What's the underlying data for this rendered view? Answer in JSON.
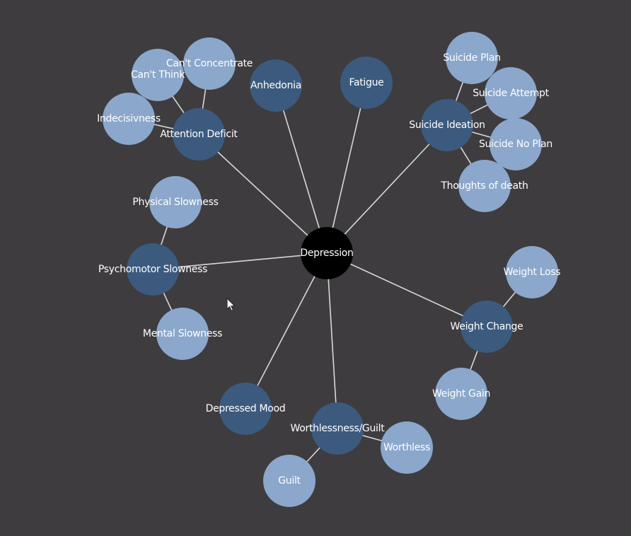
{
  "colors": {
    "background": "#3e3c3f",
    "root": "#000000",
    "category": "#3b5a7e",
    "symptom": "#8ba7cb",
    "edge": "#d8d8d8"
  },
  "nodes": [
    {
      "id": "depression",
      "label": "Depression",
      "kind": "root"
    },
    {
      "id": "attention-deficit",
      "label": "Attention Deficit",
      "kind": "category"
    },
    {
      "id": "anhedonia",
      "label": "Anhedonia",
      "kind": "category"
    },
    {
      "id": "fatigue",
      "label": "Fatigue",
      "kind": "category"
    },
    {
      "id": "suicide-ideation",
      "label": "Suicide Ideation",
      "kind": "category"
    },
    {
      "id": "psychomotor-slowness",
      "label": "Psychomotor Slowness",
      "kind": "category"
    },
    {
      "id": "weight-change",
      "label": "Weight Change",
      "kind": "category"
    },
    {
      "id": "depressed-mood",
      "label": "Depressed Mood",
      "kind": "category"
    },
    {
      "id": "worthlessness-guilt",
      "label": "Worthlessness/Guilt",
      "kind": "category"
    },
    {
      "id": "cant-think",
      "label": "Can't Think",
      "kind": "symptom"
    },
    {
      "id": "cant-concentrate",
      "label": "Can't Concentrate",
      "kind": "symptom"
    },
    {
      "id": "indecisivness",
      "label": "Indecisivness",
      "kind": "symptom"
    },
    {
      "id": "suicide-plan",
      "label": "Suicide Plan",
      "kind": "symptom"
    },
    {
      "id": "suicide-attempt",
      "label": "Suicide Attempt",
      "kind": "symptom"
    },
    {
      "id": "suicide-no-plan",
      "label": "Suicide No Plan",
      "kind": "symptom"
    },
    {
      "id": "thoughts-of-death",
      "label": "Thoughts of death",
      "kind": "symptom"
    },
    {
      "id": "physical-slowness",
      "label": "Physical Slowness",
      "kind": "symptom"
    },
    {
      "id": "mental-slowness",
      "label": "Mental Slowness",
      "kind": "symptom"
    },
    {
      "id": "weight-loss",
      "label": "Weight Loss",
      "kind": "symptom"
    },
    {
      "id": "weight-gain",
      "label": "Weight Gain",
      "kind": "symptom"
    },
    {
      "id": "worthless",
      "label": "Worthless",
      "kind": "symptom"
    },
    {
      "id": "guilt",
      "label": "Guilt",
      "kind": "symptom"
    }
  ],
  "edges": [
    [
      "depression",
      "attention-deficit"
    ],
    [
      "depression",
      "anhedonia"
    ],
    [
      "depression",
      "fatigue"
    ],
    [
      "depression",
      "suicide-ideation"
    ],
    [
      "depression",
      "psychomotor-slowness"
    ],
    [
      "depression",
      "weight-change"
    ],
    [
      "depression",
      "depressed-mood"
    ],
    [
      "depression",
      "worthlessness-guilt"
    ],
    [
      "attention-deficit",
      "cant-think"
    ],
    [
      "attention-deficit",
      "cant-concentrate"
    ],
    [
      "attention-deficit",
      "indecisivness"
    ],
    [
      "suicide-ideation",
      "suicide-plan"
    ],
    [
      "suicide-ideation",
      "suicide-attempt"
    ],
    [
      "suicide-ideation",
      "suicide-no-plan"
    ],
    [
      "suicide-ideation",
      "thoughts-of-death"
    ],
    [
      "psychomotor-slowness",
      "physical-slowness"
    ],
    [
      "psychomotor-slowness",
      "mental-slowness"
    ],
    [
      "weight-change",
      "weight-loss"
    ],
    [
      "weight-change",
      "weight-gain"
    ],
    [
      "worthlessness-guilt",
      "worthless"
    ],
    [
      "worthlessness-guilt",
      "guilt"
    ]
  ]
}
